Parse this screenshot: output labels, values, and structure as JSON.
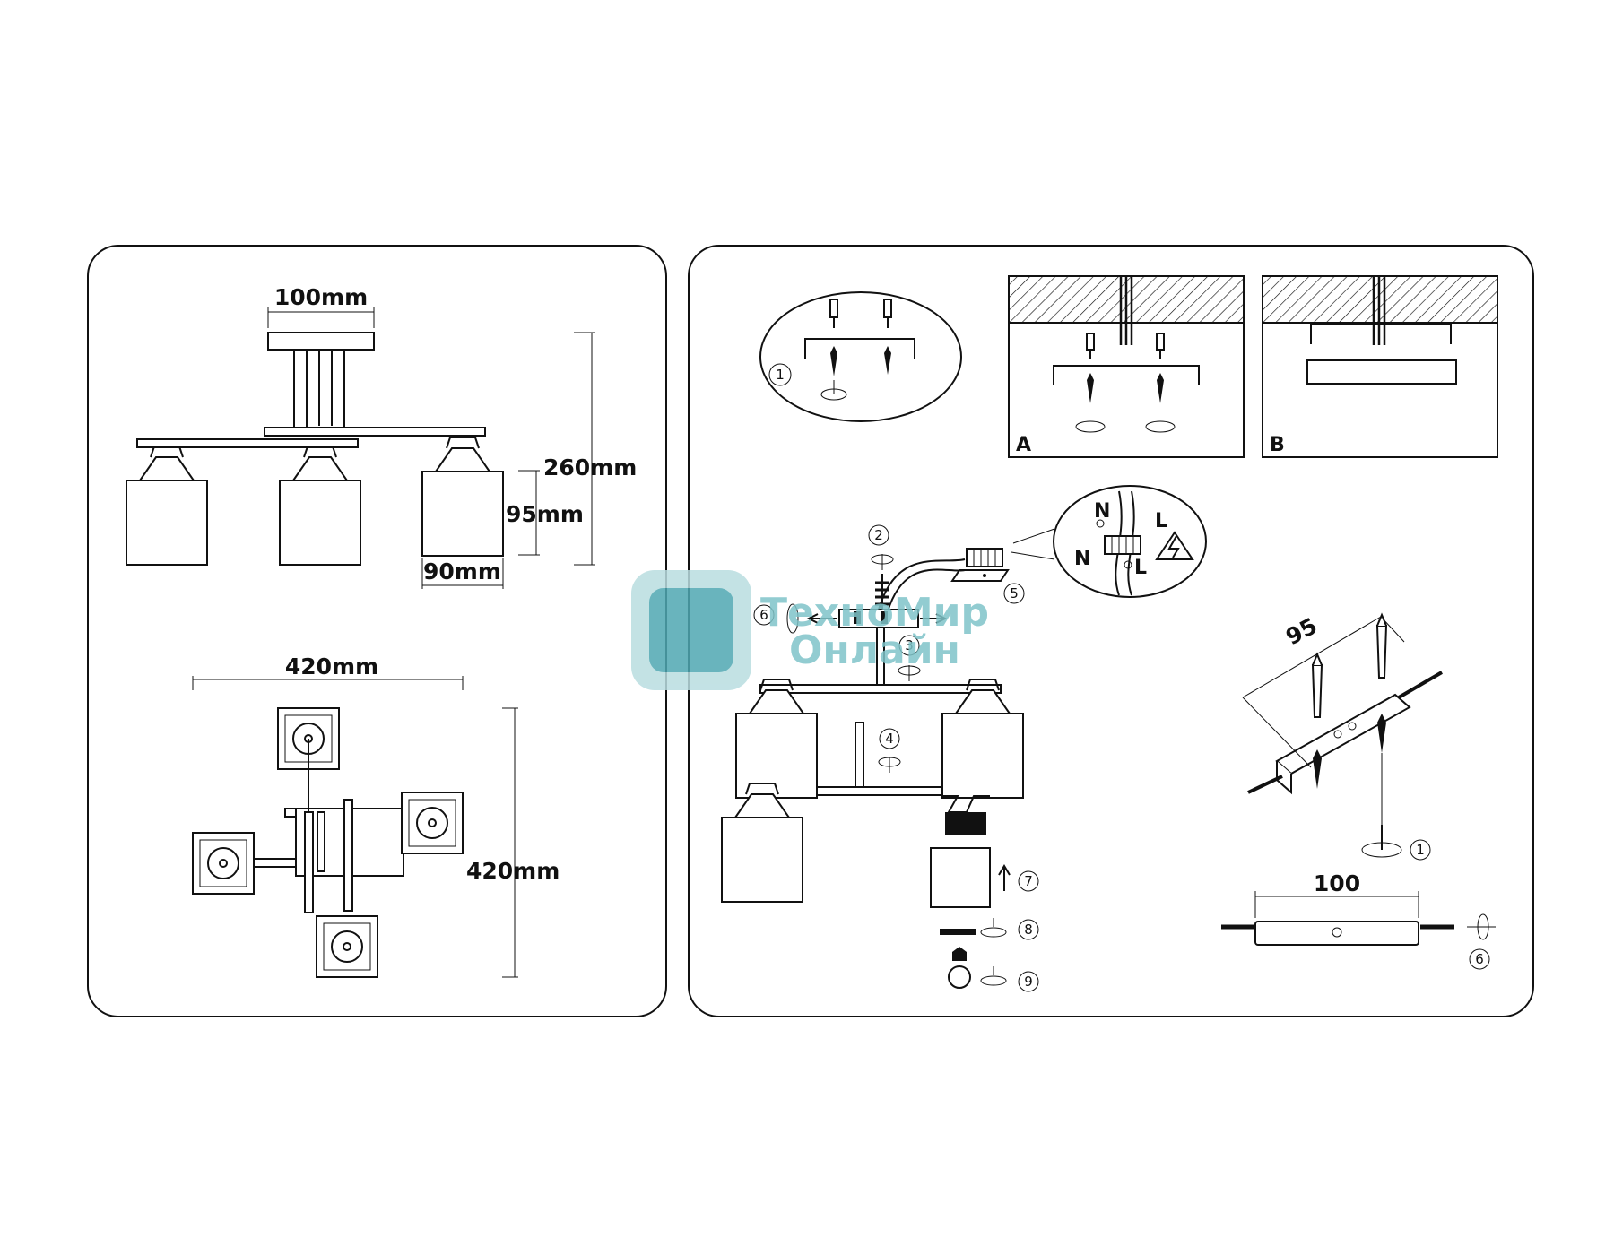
{
  "dimensions": {
    "mount_width": "100mm",
    "total_height": "260mm",
    "shade_height": "95mm",
    "shade_width": "90mm",
    "plan_width": "420mm",
    "plan_depth": "420mm"
  },
  "panels": {
    "label_a": "A",
    "label_b": "B"
  },
  "wiring": {
    "neutral": "N",
    "live": "L"
  },
  "steps": {
    "s1": "1",
    "s2": "2",
    "s3": "3",
    "s4": "4",
    "s5": "5",
    "s6": "6",
    "s7": "7",
    "s8": "8",
    "s9": "9"
  },
  "bracket": {
    "length": "100",
    "spacing": "95"
  },
  "watermark": {
    "line1": "ТехноМир",
    "line2": "Онлайн"
  },
  "colors": {
    "watermark": "#7fc4c9",
    "line": "#111111"
  }
}
